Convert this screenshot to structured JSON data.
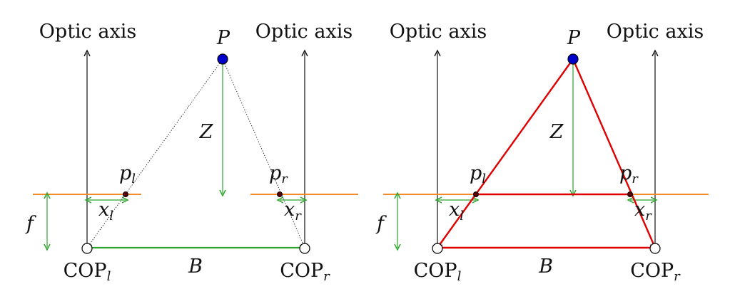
{
  "diagram": {
    "labels": {
      "optic_axis": "Optic axis",
      "point_p": "P",
      "depth_z": "Z",
      "focal_f": "f",
      "baseline_b": "B",
      "pl": {
        "base": "p",
        "sub": "l"
      },
      "pr": {
        "base": "p",
        "sub": "r"
      },
      "xl": {
        "base": "x",
        "sub": "l"
      },
      "xr": {
        "base": "x",
        "sub": "r"
      },
      "cop_l": {
        "base": "COP",
        "sub": "l"
      },
      "cop_r": {
        "base": "COP",
        "sub": "r"
      }
    },
    "colors": {
      "axis_line": "#111111",
      "image_plane": "#f28c28",
      "dimension": "#2da52d",
      "point_fill": "#0000cc",
      "point_stroke": "#000000",
      "projection_point": "#5a0000",
      "triangle": "#e00000",
      "dotted": "#333333"
    },
    "panels": [
      {
        "id": "left-panel",
        "style": "dotted-rays"
      },
      {
        "id": "right-panel",
        "style": "red-triangle"
      }
    ]
  }
}
